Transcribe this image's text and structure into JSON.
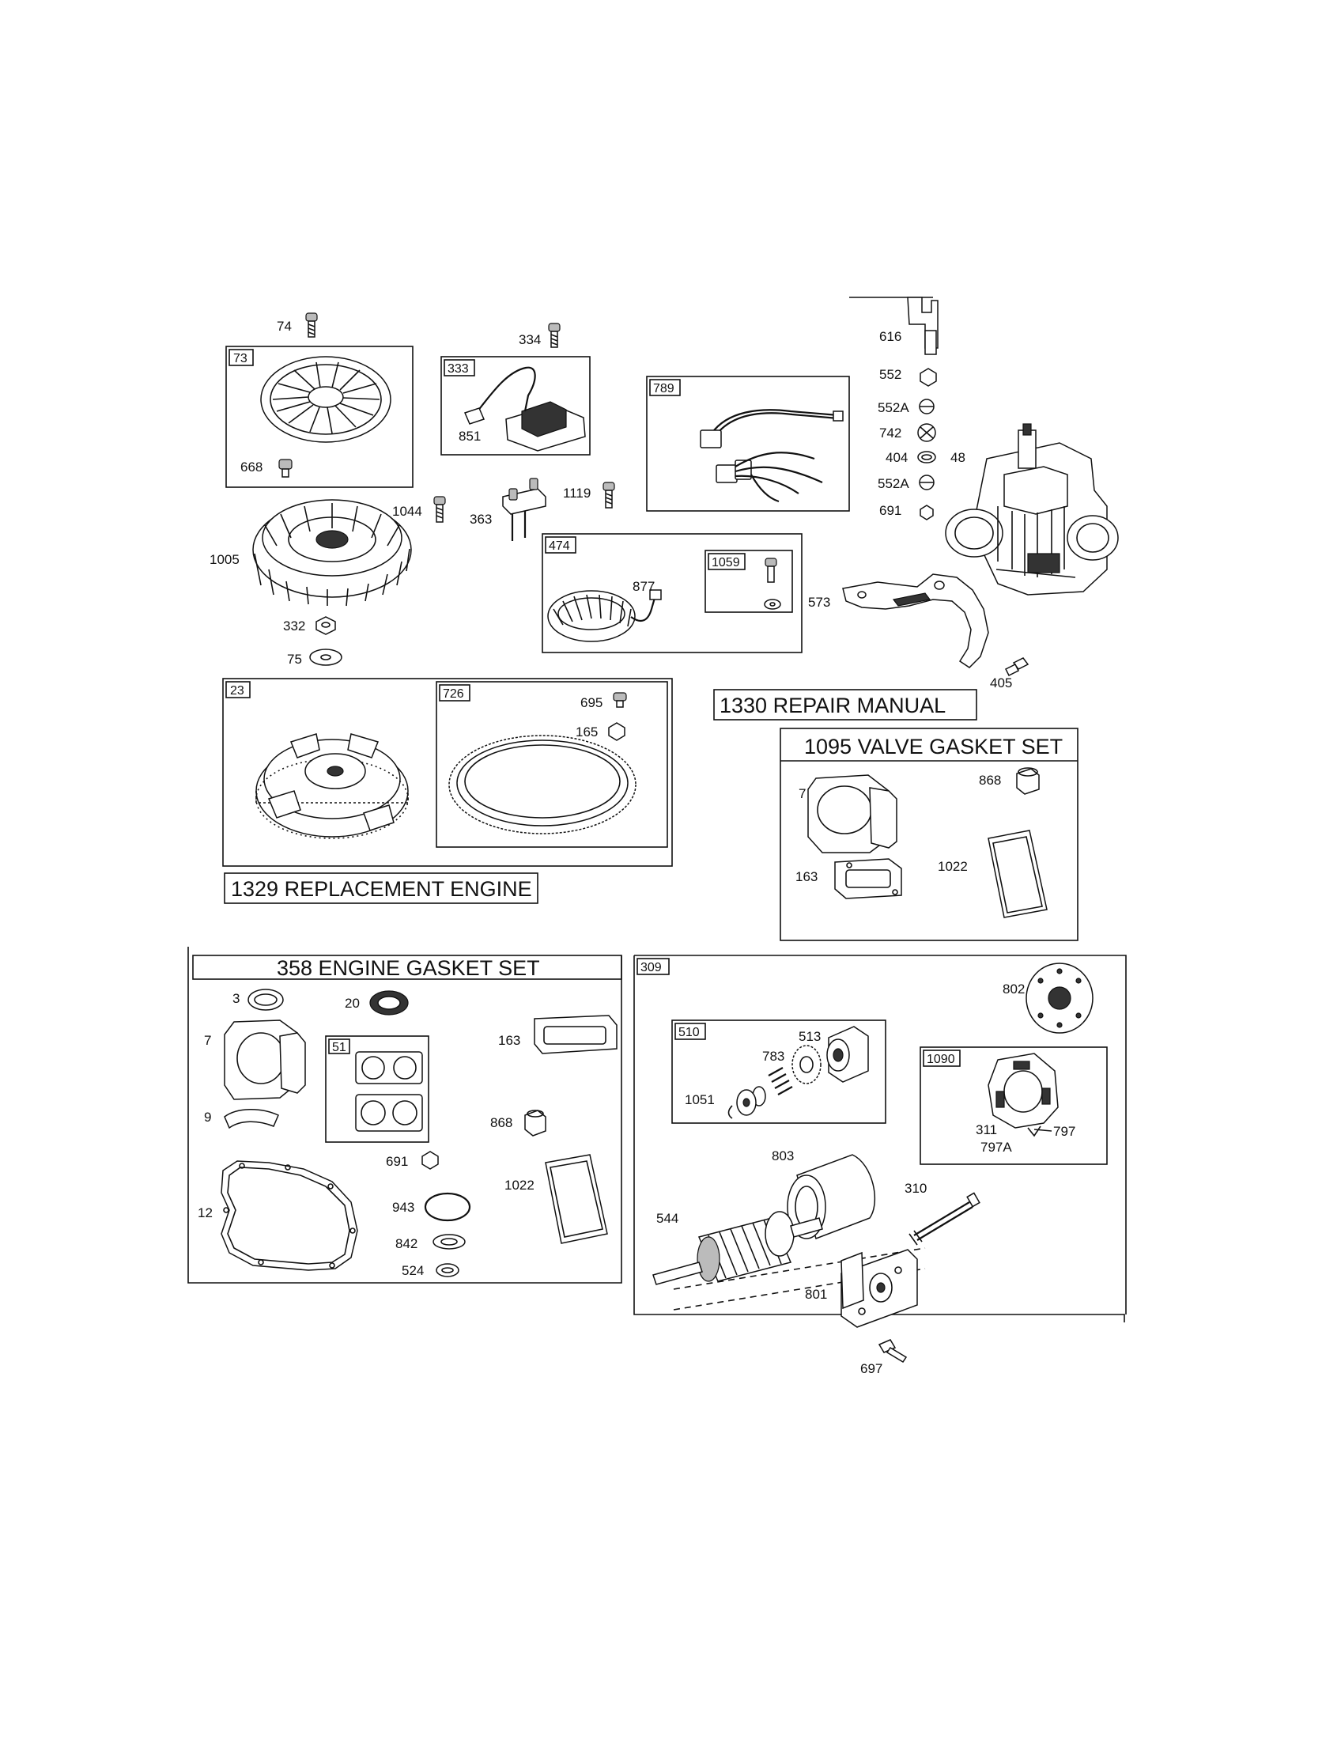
{
  "boxes": {
    "b73": "73",
    "b333": "333",
    "b789": "789",
    "b474": "474",
    "b1059": "1059",
    "b23": "23",
    "b726": "726",
    "b309": "309",
    "b51": "51",
    "b510": "510",
    "b1090": "1090"
  },
  "titles": {
    "repair_manual": "1330 REPAIR MANUAL",
    "valve_gasket_set": "1095 VALVE GASKET SET",
    "replacement_engine": "1329 REPLACEMENT ENGINE",
    "engine_gasket_set": "358 ENGINE GASKET SET"
  },
  "parts": {
    "p74": "74",
    "p668": "668",
    "p1044": "1044",
    "p1005": "1005",
    "p332": "332",
    "p75": "75",
    "p334": "334",
    "p851": "851",
    "p363": "363",
    "p1119": "1119",
    "p877": "877",
    "p616": "616",
    "p552": "552",
    "p552a_1": "552A",
    "p742": "742",
    "p404": "404",
    "p48": "48",
    "p552a_2": "552A",
    "p691_top": "691",
    "p573": "573",
    "p405": "405",
    "p695": "695",
    "p165": "165",
    "v7": "7",
    "v868": "868",
    "v163": "163",
    "v1022": "1022",
    "g3": "3",
    "g20": "20",
    "g7": "7",
    "g163": "163",
    "g9": "9",
    "g868": "868",
    "g12": "12",
    "g691": "691",
    "g943": "943",
    "g1022": "1022",
    "g842": "842",
    "g524": "524",
    "s802": "802",
    "s513": "513",
    "s783": "783",
    "s1051": "1051",
    "s311": "311",
    "s797": "797",
    "s797a": "797A",
    "s803": "803",
    "s310": "310",
    "s544": "544",
    "s801": "801",
    "s697": "697"
  },
  "icons": [
    "screw-icon",
    "nut-icon",
    "washer-icon",
    "gasket-icon",
    "flywheel-icon",
    "coil-icon"
  ]
}
